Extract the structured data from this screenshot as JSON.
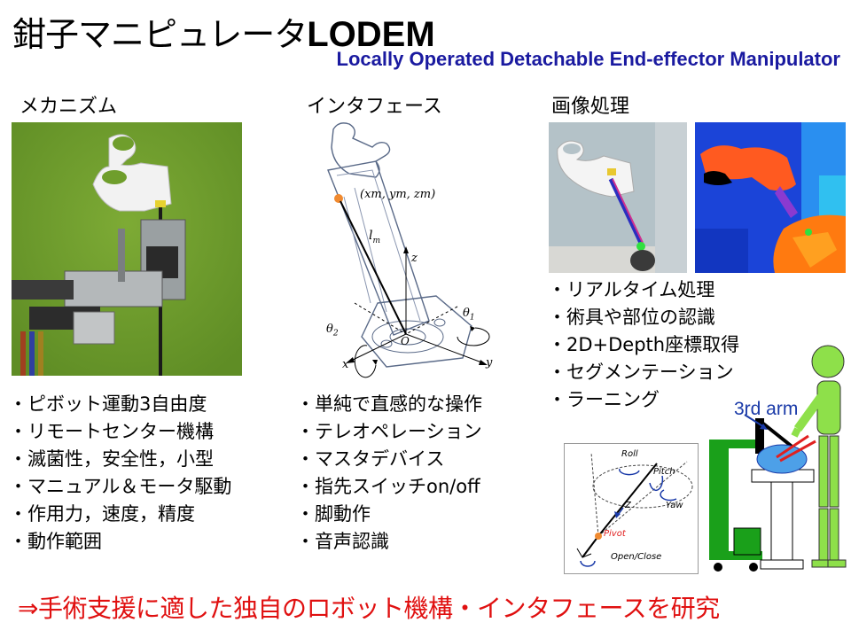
{
  "title": {
    "jp": "鉗子マニピュレータ",
    "en": "LODEM"
  },
  "subtitle": "Locally Operated Detachable End-effector Manipulator",
  "columns": {
    "mechanism": {
      "heading": "メカニズム",
      "bullets": [
        "ピボット運動3自由度",
        "リモートセンター機構",
        "滅菌性，安全性，小型",
        "マニュアル＆モータ駆動",
        "作用力，速度，精度",
        "動作範囲"
      ]
    },
    "interface": {
      "heading": "インタフェース",
      "diagram_labels": {
        "tip": "(x",
        "tip_sub": "m",
        "length": "l",
        "length_sub": "m",
        "axis_z": "z",
        "axis_x": "x",
        "axis_y": "y",
        "origin": "O",
        "theta1": "θ",
        "theta1_sub": "1",
        "theta2": "θ",
        "theta2_sub": "2",
        "tip_full": "(xm, ym, zm)"
      },
      "bullets": [
        "単純で直感的な操作",
        "テレオペレーション",
        "マスタデバイス",
        "指先スイッチon/off",
        "脚動作",
        "音声認識"
      ]
    },
    "image_processing": {
      "heading": "画像処理",
      "bullets": [
        "リアルタイム処理",
        "術具や部位の認識",
        "2D+Depth座標取得",
        "セグメンテーション",
        "ラーニング"
      ]
    }
  },
  "pivot_diagram": {
    "roll": "Roll",
    "pitch": "Pitch",
    "yaw": "Yaw",
    "z": "Z",
    "pivot": "Pivot",
    "open_close": "Open/Close"
  },
  "third_arm": "3rd arm",
  "footer": "⇒手術支援に適した独自のロボット機構・インタフェースを研究",
  "colors": {
    "subtitle": "#1a1aa0",
    "footer": "#e01010",
    "third_arm": "#1a3aa8",
    "figure_green": "#8ee04a"
  }
}
